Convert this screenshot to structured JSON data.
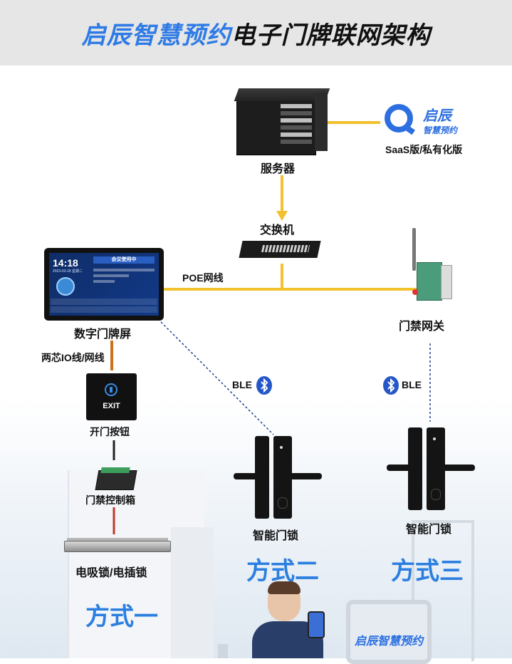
{
  "header": {
    "title_brand": "启辰智慧预约",
    "title_rest": "电子门牌联网架构"
  },
  "nodes": {
    "server": "服务器",
    "platform_logo_name": "启辰",
    "platform_logo_sub": "智慧预约",
    "platform_edition": "SaaS版/私有化版",
    "switch": "交换机",
    "display": "数字门牌屏",
    "gateway": "门禁网关",
    "exit_button": "开门按钮",
    "control_box": "门禁控制箱",
    "mag_lock": "电吸锁/电插锁",
    "smart_lock_2": "智能门锁",
    "smart_lock_3": "智能门锁"
  },
  "links": {
    "poe": "POE网线",
    "wire": "两芯IO线/网线",
    "ble_left": "BLE",
    "ble_right": "BLE"
  },
  "modes": {
    "one": "方式一",
    "two": "方式二",
    "three": "方式三"
  },
  "screen": {
    "time": "14:18",
    "date": "2023-03-18 星期二",
    "status": "会议使用中",
    "exit_text": "EXIT"
  },
  "kiosk": {
    "text": "启辰智慧预约"
  },
  "colors": {
    "brand_blue": "#2f7be6",
    "mode_blue": "#2b7fe0",
    "poe_line": "#f2c12e",
    "io_line": "#c8731d",
    "lock_line": "#c0392b",
    "ble_dash": "#1f3f8f",
    "bluetooth_badge": "#2557c9"
  },
  "icons": {
    "bluetooth": "bluetooth-icon",
    "exit": "power-ring-icon"
  }
}
